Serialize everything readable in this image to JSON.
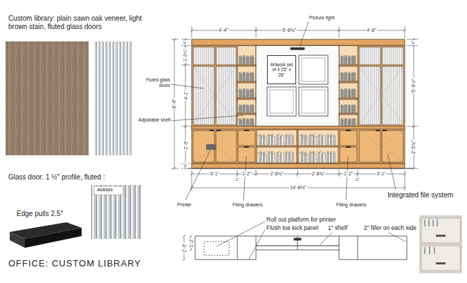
{
  "diagram": {
    "title": "OFFICE: CUSTOM LIBRARY",
    "nodes": [
      {
        "text": [
          "Artwork set of 4 25\" x 26\""
        ]
      }
    ],
    "labels": [
      "Custom library: plain sawn oak veneer, light brown stain, fluted glass doors",
      "Picture light",
      "4'-4\"",
      "5'-6¾\"",
      "4'-6\"",
      "4\"",
      "1'-2¾\"",
      "4\"",
      "Fluted glass doors",
      "8'-4\"",
      "4'-1\"",
      "5'-9¼\"",
      "Adjustable shelf",
      "2'-0\"",
      "2'-5⅝\"",
      "3½\"",
      "3'-1\"",
      "1'-2\"",
      "2'-8¾\"",
      "2'-8¾\"",
      "1'-2\"",
      "3'-1\"",
      "1\"",
      "1\"",
      "14'-8½\"",
      "Glass door: 1 ½\" profile, fluted :",
      "Integrated file system",
      "Printer",
      "Filing drawers",
      "Filing drawers",
      "Edge pulls 2.5\"",
      "AGE521",
      "Roll out platform for printer",
      "Flush toe kick panel",
      "1\" shelf",
      "2\" filler on each side",
      "2'-0\"",
      "1'-2\""
    ]
  }
}
